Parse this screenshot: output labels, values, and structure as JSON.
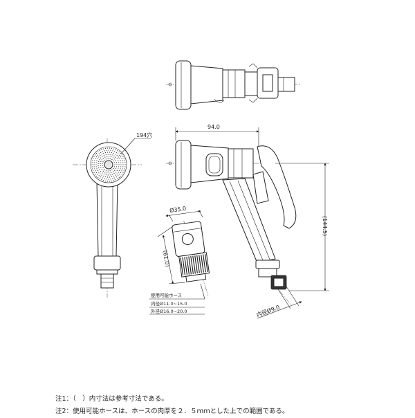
{
  "dimensions": {
    "holes": "194穴",
    "length": "94.0",
    "height": "(144.5)",
    "coupler_diameter": "Ø35.0",
    "coupler_length": "(61.0)",
    "outlet_inner": "内径Ø9.0"
  },
  "hose_spec": {
    "title": "使用可能ホース",
    "inner": "内径Ø11.0~15.0",
    "outer": "外径Ø16.0~20.0"
  },
  "notes": [
    "注1：（　）内寸法は参考寸法である。",
    "注2：使用可能ホースは、ホースの肉厚を２．５ｍｍとした上での範囲である。"
  ]
}
